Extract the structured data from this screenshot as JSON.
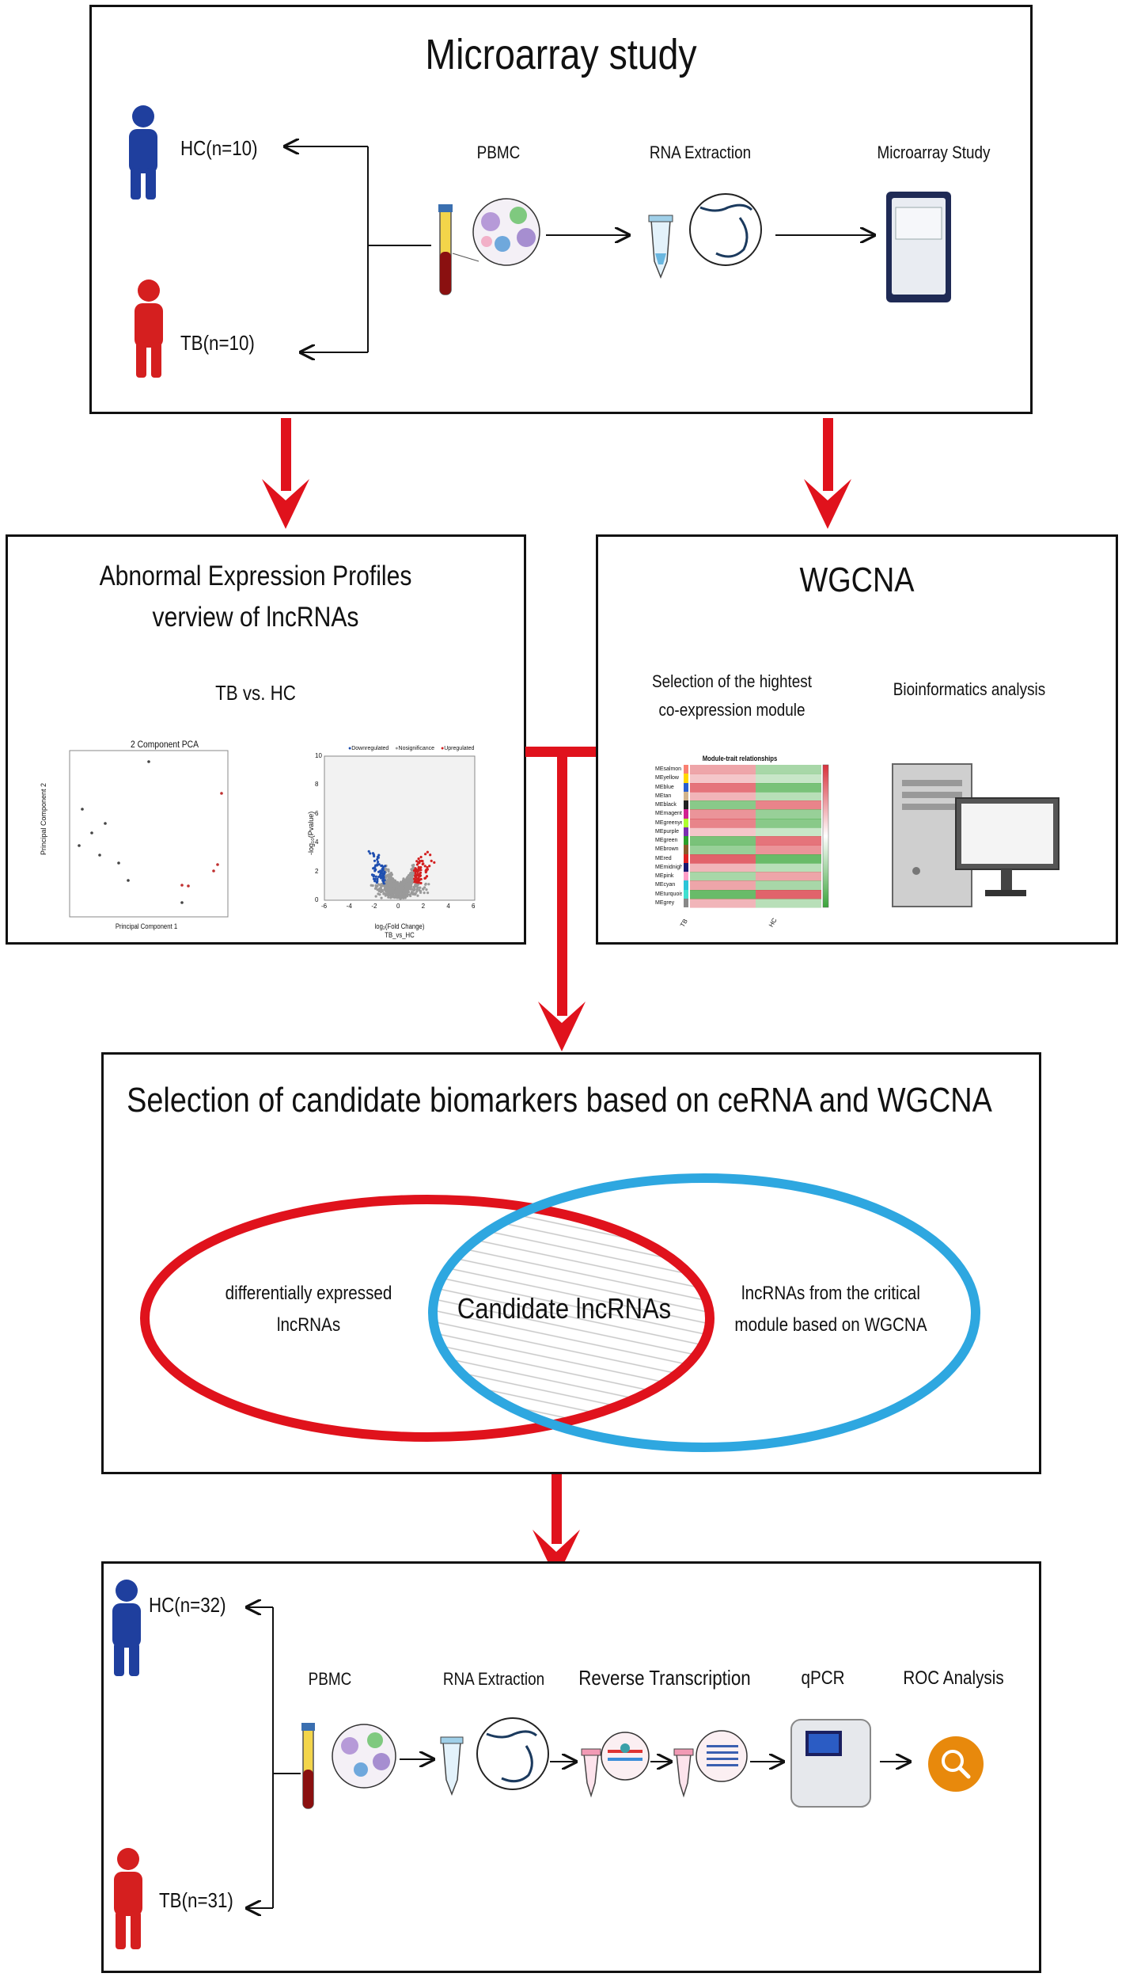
{
  "panel1": {
    "title": "Microarray study",
    "hc": "HC(n=10)",
    "tb": "TB(n=10)",
    "pbmc": "PBMC",
    "rna": "RNA Extraction",
    "micro": "Microarray Study"
  },
  "panel2": {
    "title_line1": "Abnormal Expression Profiles",
    "title_line2": "verview of lncRNAs",
    "subtitle": "TB vs. HC",
    "pca_title": "2 Component PCA",
    "pca_xlabel": "Principal Component 1",
    "pca_ylabel": "Principal Component 2",
    "volcano_xlabel": "log₂(Fold Change)",
    "volcano_sublabel": "TB_vs_HC",
    "volcano_ylabel": "-log₁₀(Pvalue)",
    "volcano_legend": [
      "Downregulated",
      "Nosignificance",
      "Upregulated"
    ],
    "volcano_xticks": [
      "-6",
      "-4",
      "-2",
      "0",
      "2",
      "4",
      "6"
    ],
    "volcano_yticks": [
      "0",
      "2",
      "4",
      "6",
      "8",
      "10"
    ]
  },
  "panel3": {
    "title": "WGCNA",
    "left_label1": "Selection of the hightest",
    "left_label2": "co-expression module",
    "right_label": "Bioinformatics analysis",
    "heatmap_title": "Module-trait relationships",
    "modules": [
      "MEsalmon",
      "MEyellow",
      "MEblue",
      "MEtan",
      "MEblack",
      "MEmagenta",
      "MEgreenyellow",
      "MEpurple",
      "MEgreen",
      "MEbrown",
      "MEred",
      "MEmidnightblue",
      "MEpink",
      "MEcyan",
      "MEturquoise",
      "MEgrey"
    ],
    "traits": [
      "TB",
      "HC"
    ],
    "colors": {
      "pos": "#d8323c",
      "neg": "#3aa53a",
      "mid": "#f7d0d0"
    }
  },
  "panel4": {
    "title": "Selection of candidate biomarkers based on ceRNA and WGCNA",
    "left_label1": "differentially expressed",
    "left_label2": "lncRNAs",
    "center_label": "Candidate  lncRNAs",
    "right_label1": "lncRNAs from the critical",
    "right_label2": "module based on WGCNA",
    "colors": {
      "red": "#e0121c",
      "blue": "#2ea7e0"
    }
  },
  "panel5": {
    "hc": "HC(n=32)",
    "tb": "TB(n=31)",
    "pbmc": "PBMC",
    "rna": "RNA Extraction",
    "rt": "Reverse Transcription",
    "qpcr": "qPCR",
    "roc": "ROC Analysis"
  },
  "colors": {
    "arrow": "#e0121c",
    "hc_person": "#1f3f9e",
    "tb_person": "#d51f1f"
  }
}
